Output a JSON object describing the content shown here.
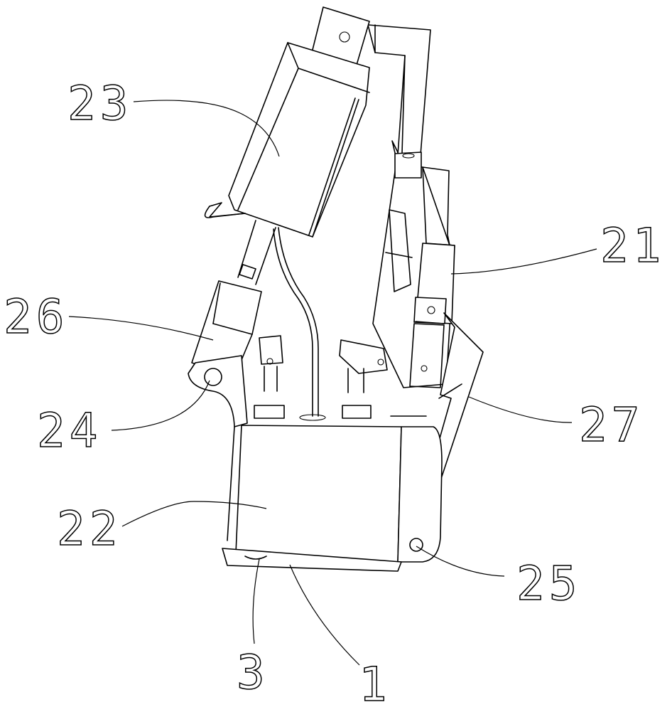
{
  "figure": {
    "labels": {
      "l23": "23",
      "l21": "21",
      "l26": "26",
      "l24": "24",
      "l22": "22",
      "l27": "27",
      "l25": "25",
      "l3": "3",
      "l1": "1"
    },
    "line_color": "#000000",
    "background_color": "#ffffff"
  }
}
